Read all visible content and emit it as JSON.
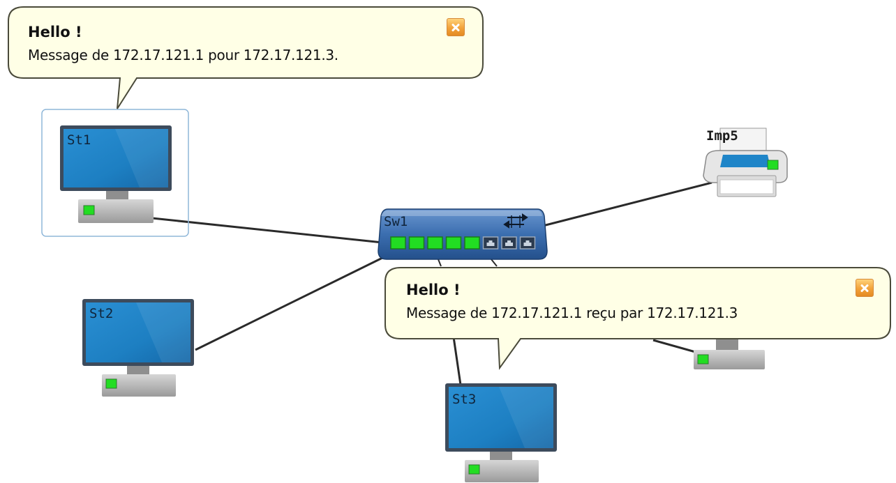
{
  "devices": {
    "st1": "St1",
    "st2": "St2",
    "st3": "St3",
    "sw1": "Sw1",
    "imp5": "Imp5"
  },
  "bubbles": {
    "sent": {
      "title": "Hello !",
      "message": "Message de 172.17.121.1 pour 172.17.121.3."
    },
    "received": {
      "title": "Hello !",
      "message": "Message de 172.17.121.1 reçu par 172.17.121.3"
    }
  },
  "switch_ports": {
    "active": 5,
    "total": 8
  },
  "colors": {
    "bubble_fill": "#ffffe6",
    "bubble_border": "#4a4a3a",
    "screen": "#1f85c8",
    "switch_body": "#2f5f9a",
    "link_active": "#22dd22",
    "close_button": "#f2a23a"
  }
}
